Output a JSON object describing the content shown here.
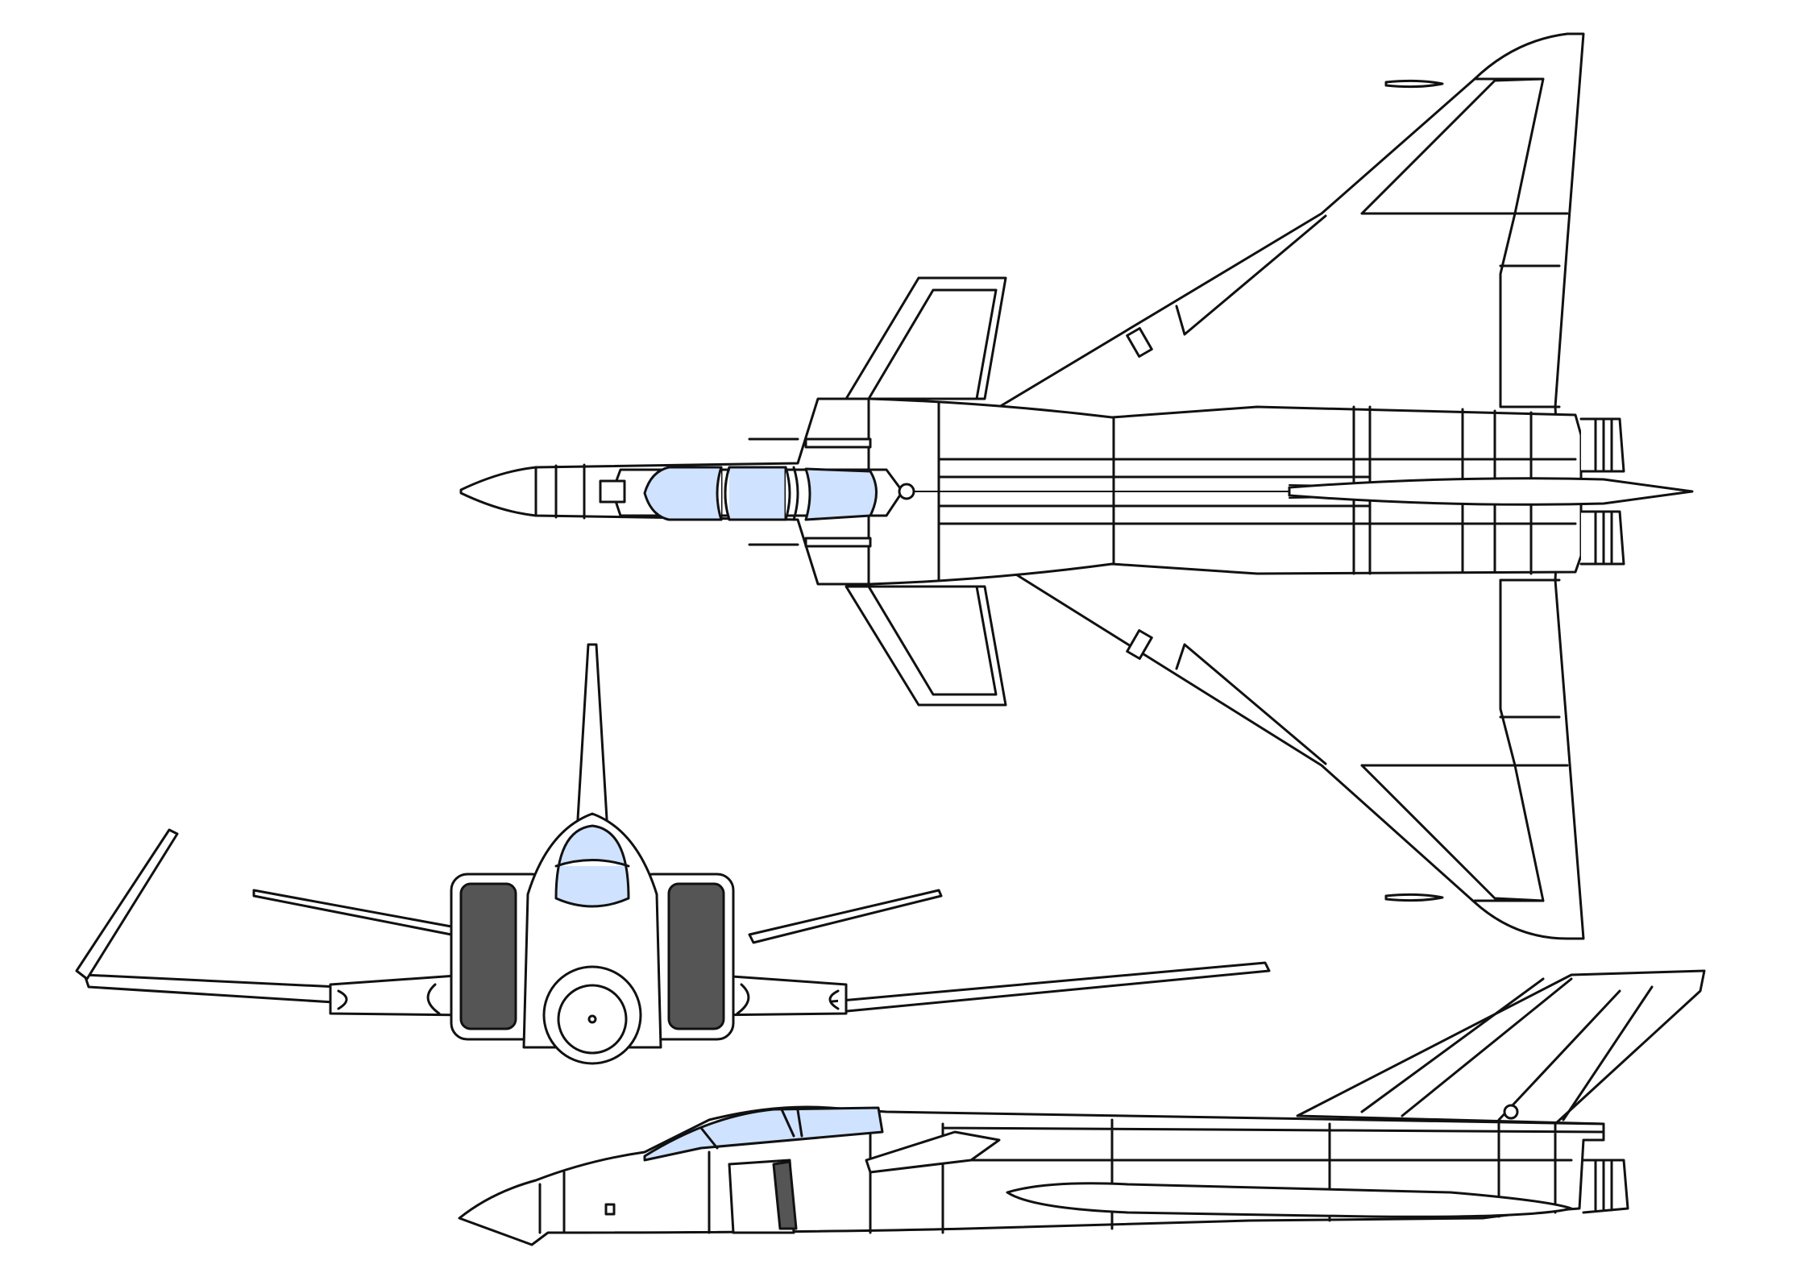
{
  "colors": {
    "background": "#ffffff",
    "line": "#111111",
    "canopy_glass": "#cfe2ff",
    "intake_dark": "#555555"
  },
  "views": [
    {
      "name": "top-view"
    },
    {
      "name": "front-view"
    },
    {
      "name": "side-view"
    }
  ]
}
